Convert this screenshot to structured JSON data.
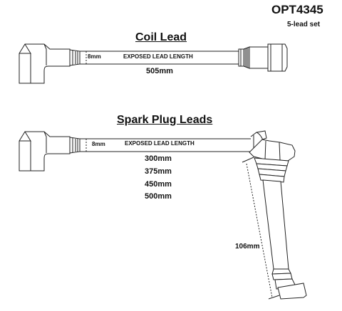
{
  "header": {
    "part_number": "OPT4345",
    "set_note": "5-lead set"
  },
  "coil_lead": {
    "title": "Coil Lead",
    "gap_label": "8mm",
    "exposed_label": "EXPOSED LEAD LENGTH",
    "length": "505mm"
  },
  "spark_plug_leads": {
    "title": "Spark Plug Leads",
    "gap_label": "8mm",
    "exposed_label": "EXPOSED LEAD LENGTH",
    "lengths": [
      "300mm",
      "375mm",
      "450mm",
      "500mm"
    ]
  },
  "plug_boot": {
    "dimension": "106mm"
  }
}
